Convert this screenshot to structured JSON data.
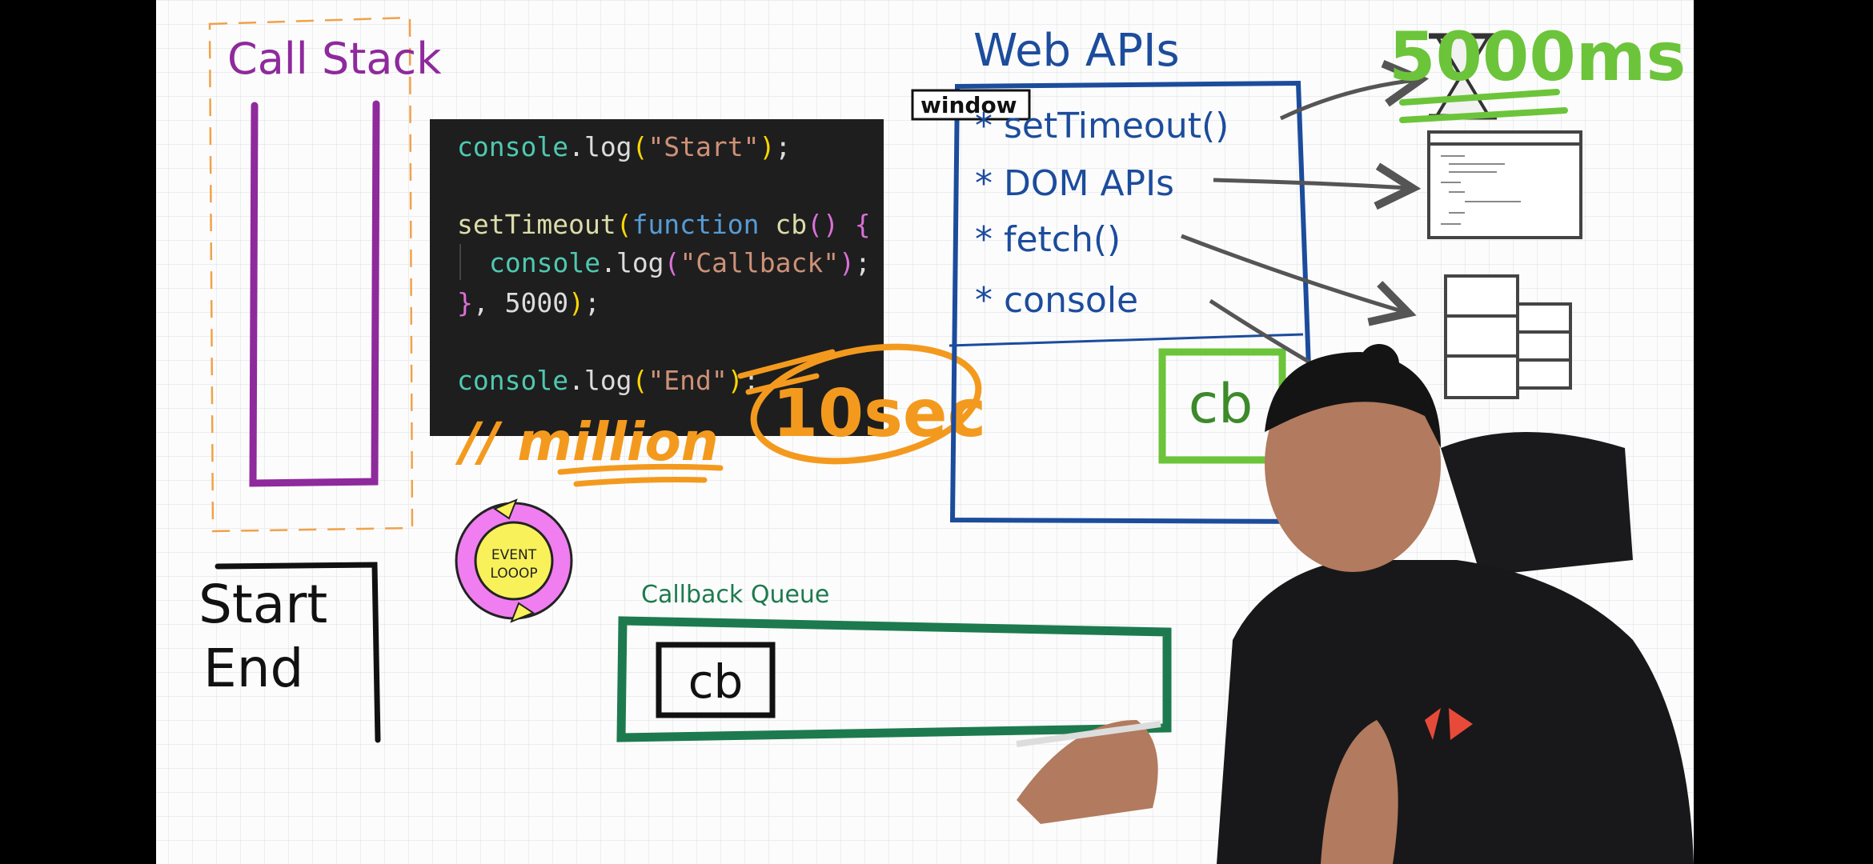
{
  "call_stack": {
    "title": "Call Stack"
  },
  "code": {
    "lines": [
      {
        "fn": "console",
        "dot": ".log",
        "open": "(",
        "str": "\"Start\"",
        "close": ")",
        "end": ";"
      },
      {
        "kw1": "setTimeout",
        "open": "(",
        "kw2": "function",
        "name": " cb",
        "parens": "()",
        "brace": " {"
      },
      {
        "fn": "console",
        "dot": ".log",
        "open": "(",
        "str": "\"Callback\"",
        "close": ")",
        "end": ";"
      },
      {
        "brace": "}",
        "rest": ", 5000",
        "close": ")",
        "end": ";"
      },
      {
        "fn": "console",
        "dot": ".log",
        "open": "(",
        "str": "\"End\"",
        "close": ")",
        "end": ";"
      }
    ]
  },
  "annotation": {
    "comment": "// million",
    "circled": "10sec"
  },
  "event_loop": {
    "label_line1": "EVENT",
    "label_line2": "LOOOP"
  },
  "console_output": {
    "lines": [
      "Start",
      "End"
    ]
  },
  "callback_queue": {
    "title": "Callback Queue",
    "item": "cb"
  },
  "web_apis": {
    "title": "Web APIs",
    "window_label": "window",
    "items": [
      "* setTimeout()",
      "* DOM APIs",
      "* fetch()",
      "* console"
    ],
    "pending": "cb"
  },
  "timer": {
    "label": "5000ms"
  },
  "colors": {
    "purple": "#8e2a9c",
    "blue": "#1c4c9c",
    "orange": "#f39a1e",
    "green": "#1d7a4e",
    "lime": "#6cc43a",
    "code_bg": "#1e1e1e"
  }
}
